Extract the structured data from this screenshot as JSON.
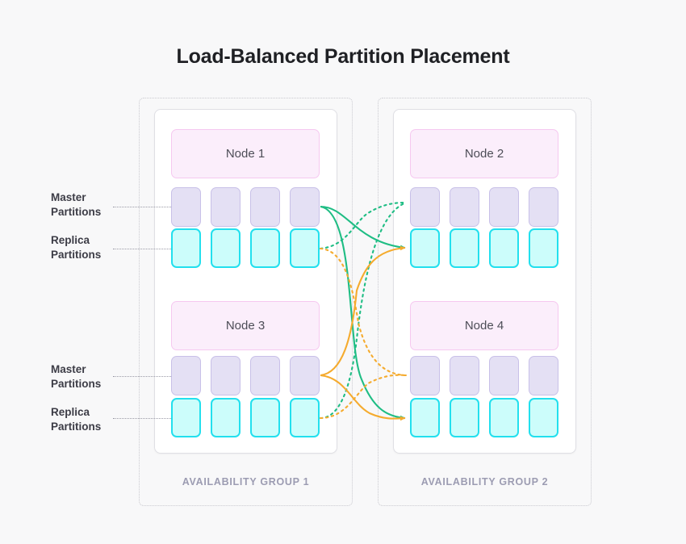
{
  "page": {
    "title": "Load-Balanced Partition Placement",
    "background_color": "#f8f8f9"
  },
  "colors": {
    "title_text": "#1f2024",
    "node_fill": "#fbeefb",
    "node_border": "#f6c8f0",
    "master_fill": "#e4e0f4",
    "master_border": "#c8c0e8",
    "replica_fill": "#ccfdfb",
    "replica_border": "#22e0ee",
    "card_border": "#dfdfe4",
    "group_border": "#c9c9cf",
    "group_label": "#9c9cb2",
    "wire_green": "#1fbd84",
    "wire_orange": "#f5ab2e",
    "annotation_text": "#3c3c46",
    "leader_line": "#9a9aa6"
  },
  "annotations": [
    {
      "id": "ag1-master",
      "label": "Master\nPartitions"
    },
    {
      "id": "ag1-replica",
      "label": "Replica\nPartitions"
    },
    {
      "id": "ag3-master",
      "label": "Master\nPartitions"
    },
    {
      "id": "ag3-replica",
      "label": "Replica\nPartitions"
    }
  ],
  "availability_groups": [
    {
      "id": "ag1",
      "label": "AVAILABILITY GROUP 1",
      "nodes": [
        {
          "id": "node1",
          "name": "Node 1",
          "master_partitions": [
            "m1",
            "m2",
            "m3",
            "m4"
          ],
          "replica_partitions": [
            "r1",
            "r2",
            "r3",
            "r4"
          ]
        },
        {
          "id": "node3",
          "name": "Node 3",
          "master_partitions": [
            "m1",
            "m2",
            "m3",
            "m4"
          ],
          "replica_partitions": [
            "r1",
            "r2",
            "r3",
            "r4"
          ]
        }
      ]
    },
    {
      "id": "ag2",
      "label": "AVAILABILITY GROUP 2",
      "nodes": [
        {
          "id": "node2",
          "name": "Node 2",
          "master_partitions": [
            "m1",
            "m2",
            "m3",
            "m4"
          ],
          "replica_partitions": [
            "r1",
            "r2",
            "r3",
            "r4"
          ]
        },
        {
          "id": "node4",
          "name": "Node 4",
          "master_partitions": [
            "m1",
            "m2",
            "m3",
            "m4"
          ],
          "replica_partitions": [
            "r1",
            "r2",
            "r3",
            "r4"
          ]
        }
      ]
    }
  ],
  "connections": [
    {
      "id": "c1",
      "from": "node1-master",
      "to": "node2-replica",
      "color": "#1fbd84",
      "style": "solid",
      "arrow": true
    },
    {
      "id": "c2",
      "from": "node1-master",
      "to": "node4-replica",
      "color": "#1fbd84",
      "style": "solid",
      "arrow": true
    },
    {
      "id": "c3",
      "from": "node1-replica",
      "to": "node2-master",
      "color": "#1fbd84",
      "style": "dotted",
      "arrow": false
    },
    {
      "id": "c4",
      "from": "node3-replica",
      "to": "node2-master",
      "color": "#1fbd84",
      "style": "dotted",
      "arrow": false
    },
    {
      "id": "c5",
      "from": "node3-master",
      "to": "node2-replica",
      "color": "#f5ab2e",
      "style": "solid",
      "arrow": true
    },
    {
      "id": "c6",
      "from": "node3-master",
      "to": "node4-replica",
      "color": "#f5ab2e",
      "style": "solid",
      "arrow": true
    },
    {
      "id": "c7",
      "from": "node1-replica",
      "to": "node4-master",
      "color": "#f5ab2e",
      "style": "dotted",
      "arrow": false
    },
    {
      "id": "c8",
      "from": "node3-replica",
      "to": "node4-master",
      "color": "#f5ab2e",
      "style": "dotted",
      "arrow": false
    }
  ]
}
